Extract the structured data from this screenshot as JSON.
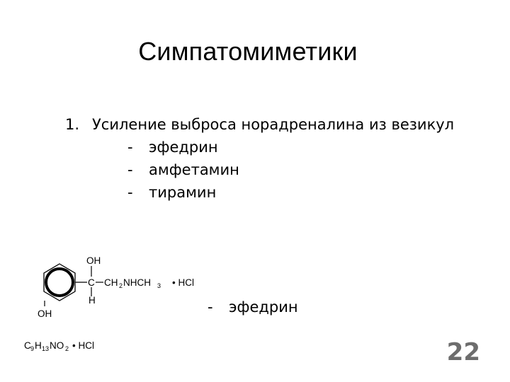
{
  "slide": {
    "title": "Симпатомиметики",
    "list": {
      "number": "1.",
      "text": "Усиление выброса норадреналина из везикул",
      "dash": "-",
      "subitems": [
        "эфедрин",
        "амфетамин",
        "тирамин"
      ]
    },
    "structure": {
      "oh_top": "OH",
      "carbon": "C",
      "side_chain_a": "CH",
      "side_chain_sub_2": "2",
      "side_chain_b": "NHCH",
      "side_chain_sub_3": "3",
      "salt": "• HCl",
      "hydrogen": "H",
      "oh_ring": "OH",
      "formula_c": "C",
      "formula_c_sub": "9",
      "formula_h": "H",
      "formula_h_sub": "13",
      "formula_no": "NO",
      "formula_no_sub": "2",
      "formula_salt": "• HCl"
    },
    "caption": {
      "dash": "-",
      "text": "эфедрин"
    },
    "page_number": "22"
  }
}
